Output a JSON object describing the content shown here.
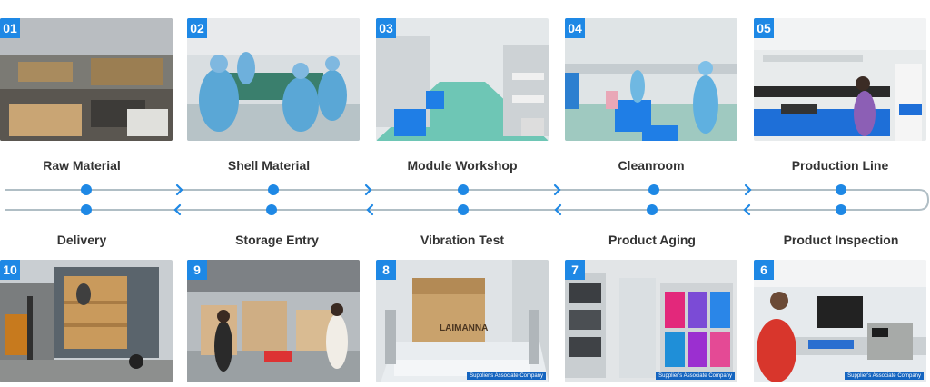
{
  "top_row": [
    {
      "number": "01",
      "label": "Raw Material"
    },
    {
      "number": "02",
      "label": "Shell Material"
    },
    {
      "number": "03",
      "label": "Module Workshop"
    },
    {
      "number": "04",
      "label": "Cleanroom"
    },
    {
      "number": "05",
      "label": "Production Line"
    }
  ],
  "bottom_row": [
    {
      "number": "10",
      "label": "Delivery"
    },
    {
      "number": "9",
      "label": "Storage Entry"
    },
    {
      "number": "8",
      "label": "Vibration Test"
    },
    {
      "number": "7",
      "label": "Product Aging"
    },
    {
      "number": "6",
      "label": "Product Inspection"
    }
  ],
  "photo_texts": {
    "box_brand": "LAIMANNA",
    "supplier_caption": "Supplier's Associate Company"
  },
  "colors": {
    "accent": "#1e88e5",
    "line": "#b0bec5",
    "text": "#333333"
  }
}
